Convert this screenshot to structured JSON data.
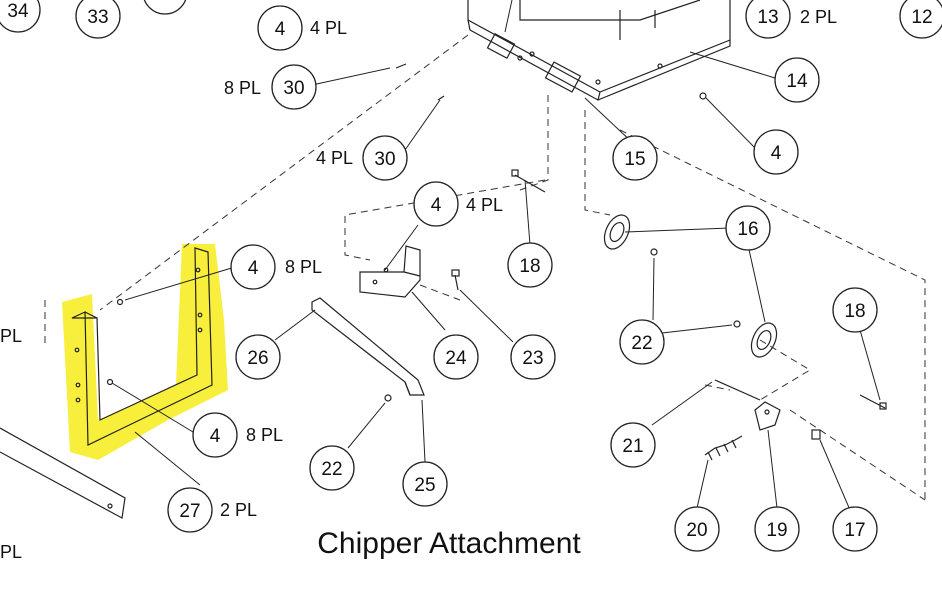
{
  "diagram": {
    "title": "Chipper Attachment",
    "highlight_color": "#f8ef3c",
    "callouts": {
      "c34": "34",
      "c33": "33",
      "c4_top": "4",
      "c13": "13",
      "c12": "12",
      "c30_a": "30",
      "c14": "14",
      "c30_b": "30",
      "c15": "15",
      "c4_right": "4",
      "c4_mid": "4",
      "c16": "16",
      "c18_mid": "18",
      "c4_left_a": "4",
      "c26": "26",
      "c24": "24",
      "c23": "23",
      "c22_right": "22",
      "c18_right": "18",
      "c4_left_b": "4",
      "c21": "21",
      "c22_bottom": "22",
      "c25": "25",
      "c27": "27",
      "c20": "20",
      "c19": "19",
      "c17": "17"
    },
    "quantities": {
      "q4_top": "4 PL",
      "q13": "2 PL",
      "q30_a": "8 PL",
      "q30_b": "4 PL",
      "q4_mid": "4 PL",
      "q4_left_a": "8 PL",
      "q4_left_b": "8 PL",
      "q27": "2 PL",
      "edge_top": "PL",
      "edge_bottom": "PL"
    }
  }
}
